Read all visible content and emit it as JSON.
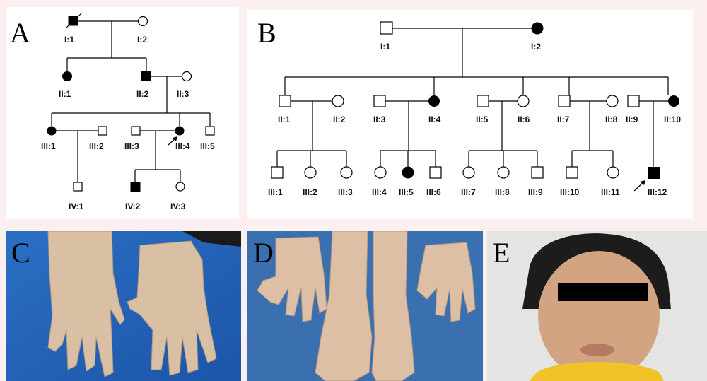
{
  "panelA": {
    "letter": "A",
    "labels": {
      "I1": "I:1",
      "I2": "I:2",
      "II1": "II:1",
      "II2": "II:2",
      "II3": "II:3",
      "III1": "III:1",
      "III2": "III:2",
      "III3": "III:3",
      "III4": "III:4",
      "III5": "III:5",
      "IV1": "IV:1",
      "IV2": "IV:2",
      "IV3": "IV:3"
    }
  },
  "panelB": {
    "letter": "B",
    "labels": {
      "I1": "I:1",
      "I2": "I:2",
      "II1": "II:1",
      "II2": "II:2",
      "II3": "II:3",
      "II4": "II:4",
      "II5": "II:5",
      "II6": "II:6",
      "II7": "II:7",
      "II8": "II:8",
      "II9": "II:9",
      "II10": "II:10",
      "III1": "III:1",
      "III2": "III:2",
      "III3": "III:3",
      "III4": "III:4",
      "III5": "III:5",
      "III6": "III:6",
      "III7": "III:7",
      "III8": "III:8",
      "III9": "III:9",
      "III10": "III:10",
      "III11": "III:11",
      "III12": "III:12"
    }
  },
  "photos": {
    "C": "C",
    "D": "D",
    "E": "E"
  }
}
